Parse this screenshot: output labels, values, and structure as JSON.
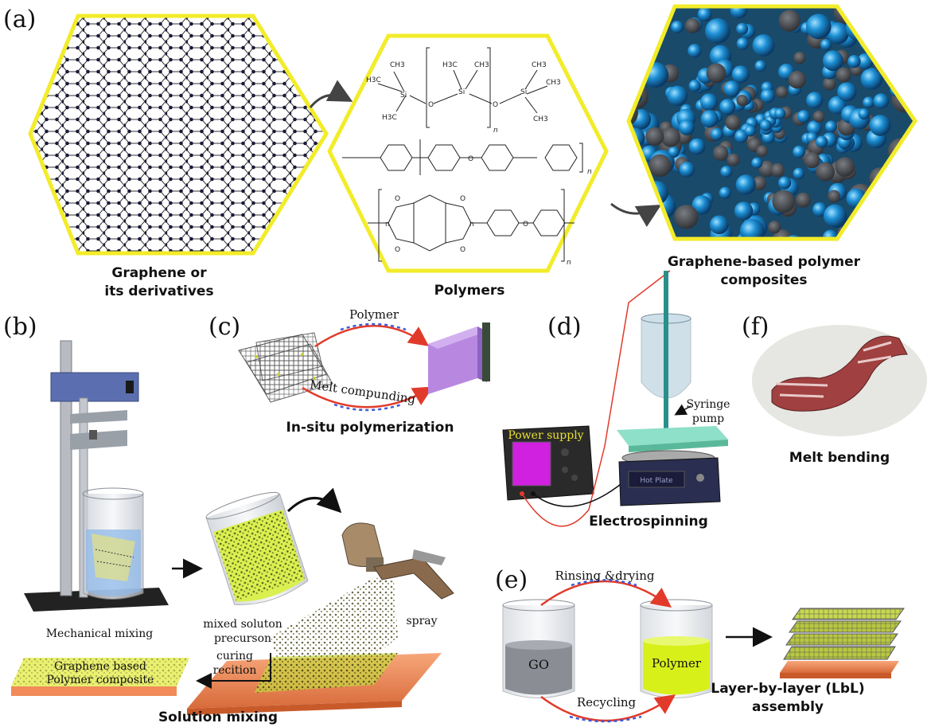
{
  "panels": {
    "a": "(a)",
    "b": "(b)",
    "c": "(c)",
    "d": "(d)",
    "e": "(e)",
    "f": "(f)"
  },
  "graphene": {
    "line1": "Graphene or",
    "line2": "its derivatives"
  },
  "polymers": {
    "label": "Polymers",
    "si": "Si",
    "o": "O",
    "n": "n",
    "ch3": "CH3",
    "h3c": "H3C",
    "h3c2": "H3C"
  },
  "composite": {
    "line1": "Graphene-based polymer",
    "line2": "composites"
  },
  "insitu": {
    "top": "Polymer",
    "bottom": "Melt compunding",
    "caption": "In-situ polymerization"
  },
  "electrospinning": {
    "power": "Power supply",
    "syringe1": "Syringe",
    "syringe2": "pump",
    "hotplate": "Hot Plate",
    "caption": "Electrospinning"
  },
  "melt": {
    "caption": "Melt bending"
  },
  "solution": {
    "mechanical": "Mechanical mixing",
    "mixed1": "mixed soluton",
    "mixed2": "precurson",
    "spray": "spray",
    "curing1": "curing",
    "curing2": "recition",
    "composite1": "Graphene based",
    "composite2": "Polymer composite",
    "caption": "Solution mixing"
  },
  "lbl": {
    "top": "Rinsing &drying",
    "bottom": "Recycling",
    "go": "GO",
    "polymer": "Polymer",
    "cap1": "Layer-by-layer (LbL)",
    "cap2": "assembly"
  },
  "colors": {
    "hex_border": "#f2ec2a",
    "sphere": "#1c8fd4",
    "arc": "#e23a2a",
    "dash_blue": "#3b5bd8",
    "solution": "#d9f050",
    "copper": "#f08a5a"
  }
}
